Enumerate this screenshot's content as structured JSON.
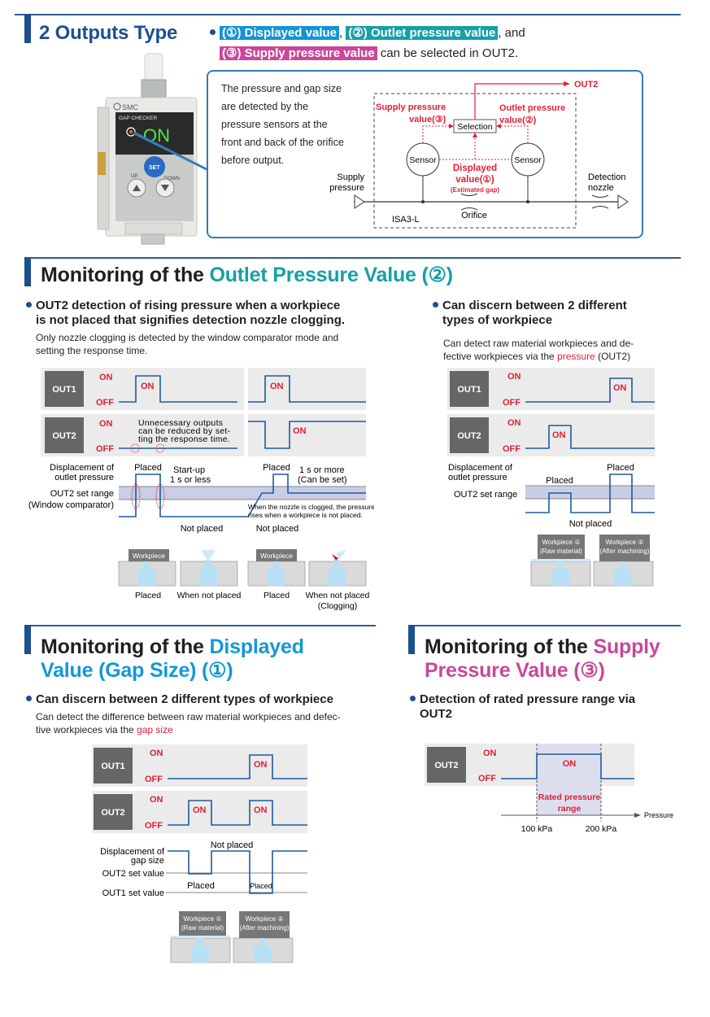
{
  "colors": {
    "navy": "#1d4f91",
    "blue_highlight": "#1594d3",
    "teal_highlight": "#16a0a6",
    "pink_highlight": "#c9489a",
    "red_label": "#e01f35",
    "signal_line": "#1d5aa0",
    "band_fill": "#c9cde6",
    "panel_gray": "#ebebeb",
    "label_box": "#666666"
  },
  "outputs_type": {
    "title": "2 Outputs Type",
    "bullet": {
      "item1": "(①) Displayed value",
      "sep1": ",",
      "item2": "(②) Outlet pressure value",
      "sep2": ", and",
      "item3": "(③) Supply pressure value",
      "tail": " can be selected in OUT2."
    },
    "device": {
      "brand": "SMC",
      "model_label": "GAP CHECKER",
      "display_text": "ON",
      "set_button": "SET",
      "up_label": "UP",
      "down_label": "DOWN"
    },
    "callout_text": [
      "The pressure and gap size",
      "are detected by the",
      "pressure sensors at the",
      "front and back of the orifice",
      "before output."
    ],
    "schematic": {
      "out2": "OUT2",
      "supply_pressure_value": [
        "Supply pressure",
        "value(③)"
      ],
      "outlet_pressure_value": [
        "Outlet pressure",
        "value(②)"
      ],
      "selection": "Selection",
      "sensor": "Sensor",
      "displayed_value": [
        "Displayed",
        "value(①)"
      ],
      "estimated_gap": "(Estimated gap)",
      "supply_pressure": [
        "Supply",
        "pressure"
      ],
      "detection_nozzle": [
        "Detection",
        "nozzle"
      ],
      "orifice": "Orifice",
      "model": "ISA3-L"
    }
  },
  "outlet_section": {
    "title_prefix": "Monitoring of the ",
    "title_accent": "Outlet Pressure Value (②)",
    "left": {
      "lead": [
        "OUT2 detection of rising pressure when a workpiece",
        "is not placed that signifies detection nozzle clogging."
      ],
      "body": [
        "Only nozzle clogging is detected by the window comparator mode and",
        "setting the response time."
      ],
      "out1": "OUT1",
      "out2": "OUT2",
      "on": "ON",
      "off": "OFF",
      "note": [
        "Unnecessary outputs",
        "can be reduced by set-",
        "ting the response time."
      ],
      "displacement": [
        "Displacement of",
        "outlet pressure"
      ],
      "set_range": [
        "OUT2 set range",
        "(Window comparator)"
      ],
      "placed": "Placed",
      "startup": [
        "Start-up",
        "1 s or less"
      ],
      "one_s_more": [
        "1 s or more",
        "(Can be set)"
      ],
      "clog_note": [
        "When the nozzle is clogged, the pressure",
        "rises when a workpiece is not placed."
      ],
      "not_placed": "Not placed",
      "illus": {
        "workpiece": "Workpiece",
        "captions": [
          "Placed",
          "When not placed",
          "Placed",
          "When not placed"
        ],
        "clogging": "(Clogging)"
      }
    },
    "right": {
      "lead": [
        "Can discern between 2 different",
        "types of workpiece"
      ],
      "body_pre": "Can detect raw material workpieces and de-",
      "body_line2_pre": "fective workpieces via the ",
      "body_accent": "pressure",
      "body_tail": " (OUT2)",
      "out1": "OUT1",
      "out2": "OUT2",
      "on": "ON",
      "off": "OFF",
      "displacement": [
        "Displacement of",
        "outlet pressure"
      ],
      "set_range": "OUT2 set range",
      "placed": "Placed",
      "not_placed": "Not placed",
      "wp1": [
        "Workpiece ①",
        "(Raw material)"
      ],
      "wp2": [
        "Workpiece ②",
        "(After machining)"
      ]
    }
  },
  "displayed_section": {
    "title_prefix": "Monitoring of the ",
    "title_accent_line1": "Displayed",
    "title_accent_line2": "Value (Gap Size) (①)",
    "lead": "Can discern between 2 different types of workpiece",
    "body_line1": "Can detect the difference between raw material workpieces and defec-",
    "body_line2_pre": "tive workpieces via the ",
    "body_accent": "gap size",
    "out1": "OUT1",
    "out2": "OUT2",
    "on": "ON",
    "off": "OFF",
    "displacement": [
      "Displacement of",
      "gap size"
    ],
    "out2_set": "OUT2 set value",
    "out1_set": "OUT1 set value",
    "not_placed": "Not placed",
    "placed": "Placed",
    "wp1": [
      "Workpiece ①",
      "(Raw material)"
    ],
    "wp2": [
      "Workpiece ②",
      "(After machining)"
    ]
  },
  "supply_section": {
    "title_prefix": "Monitoring of the ",
    "title_accent_line1": "Supply",
    "title_accent_line2": "Pressure Value (③)",
    "lead": [
      "Detection of rated pressure range via",
      "OUT2"
    ],
    "out2": "OUT2",
    "on": "ON",
    "off": "OFF",
    "rated": [
      "Rated pressure",
      "range"
    ],
    "axis_label": "Pressure",
    "tick1": "100 kPa",
    "tick2": "200 kPa"
  }
}
